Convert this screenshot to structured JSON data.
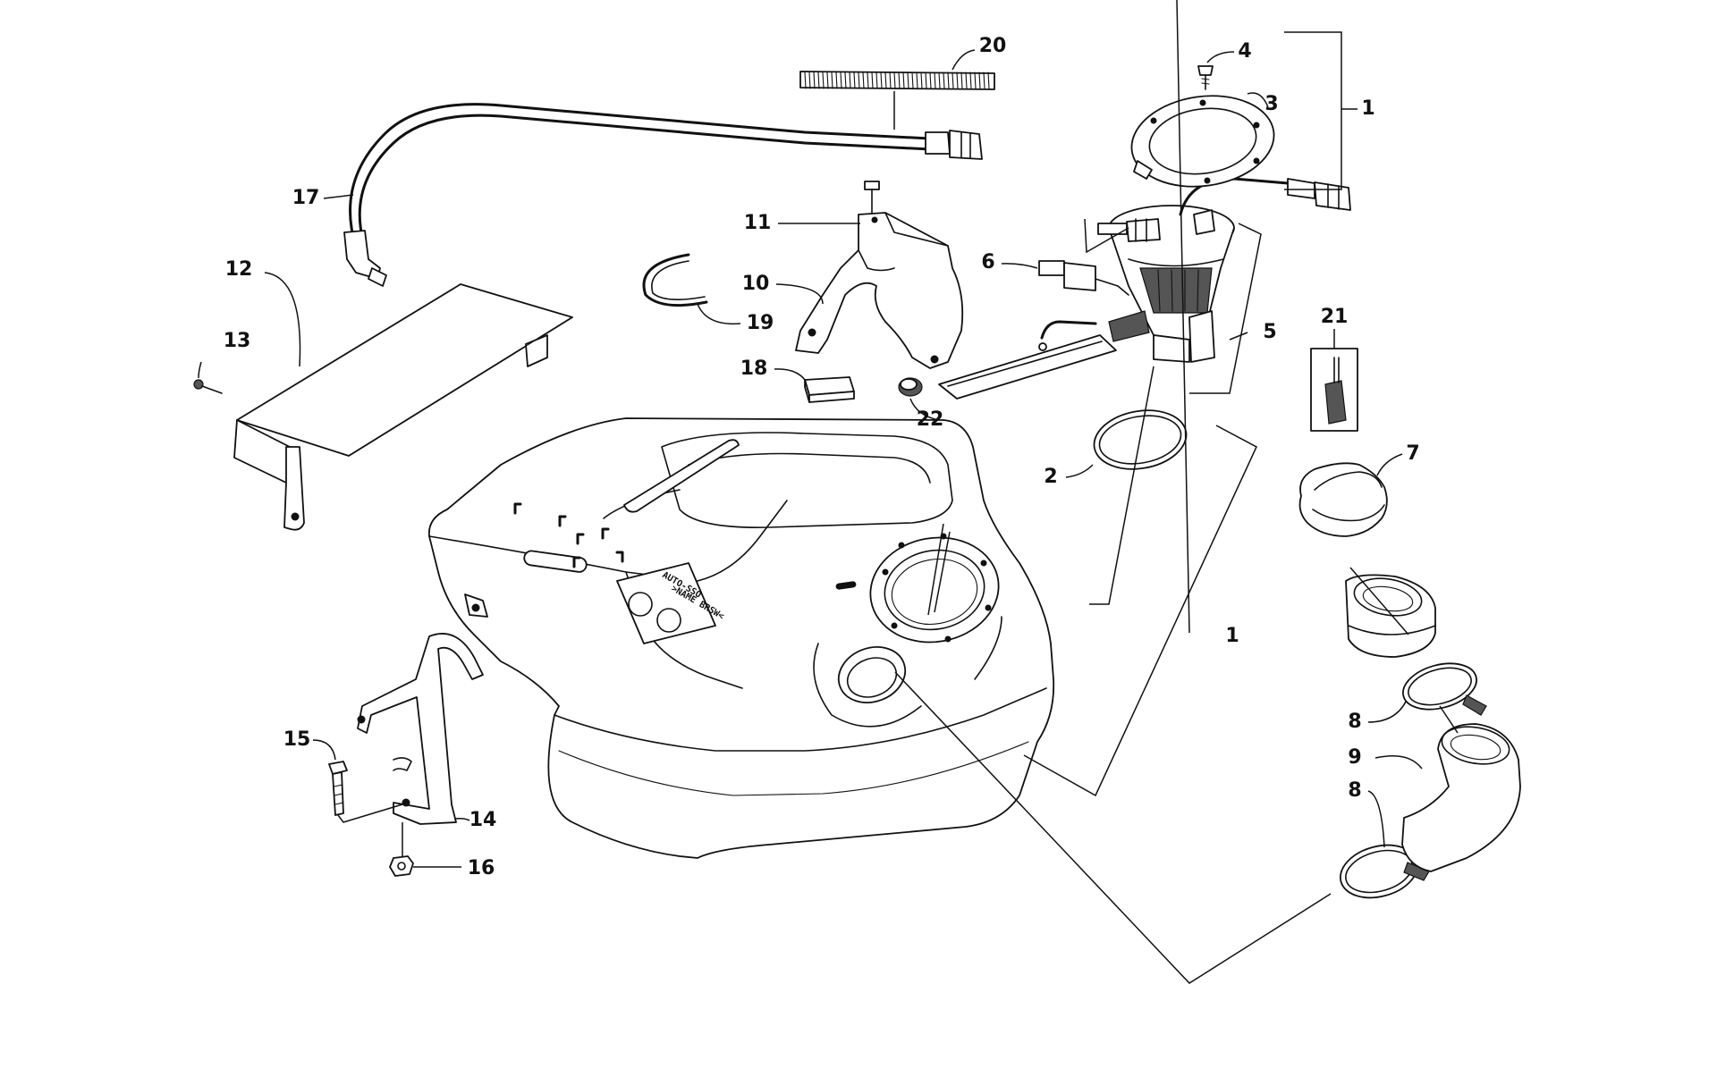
{
  "diagram": {
    "decal": {
      "line1": "AUTO-SSO",
      "line2": ">NAME BRSW<"
    },
    "callouts": {
      "c1a": "1",
      "c1b": "1",
      "c2": "2",
      "c3": "3",
      "c4": "4",
      "c5": "5",
      "c6": "6",
      "c7": "7",
      "c8a": "8",
      "c8b": "8",
      "c9": "9",
      "c10": "10",
      "c11": "11",
      "c12": "12",
      "c13": "13",
      "c14": "14",
      "c15": "15",
      "c16": "16",
      "c17": "17",
      "c18": "18",
      "c19": "19",
      "c20": "20",
      "c21": "21",
      "c22": "22"
    }
  }
}
